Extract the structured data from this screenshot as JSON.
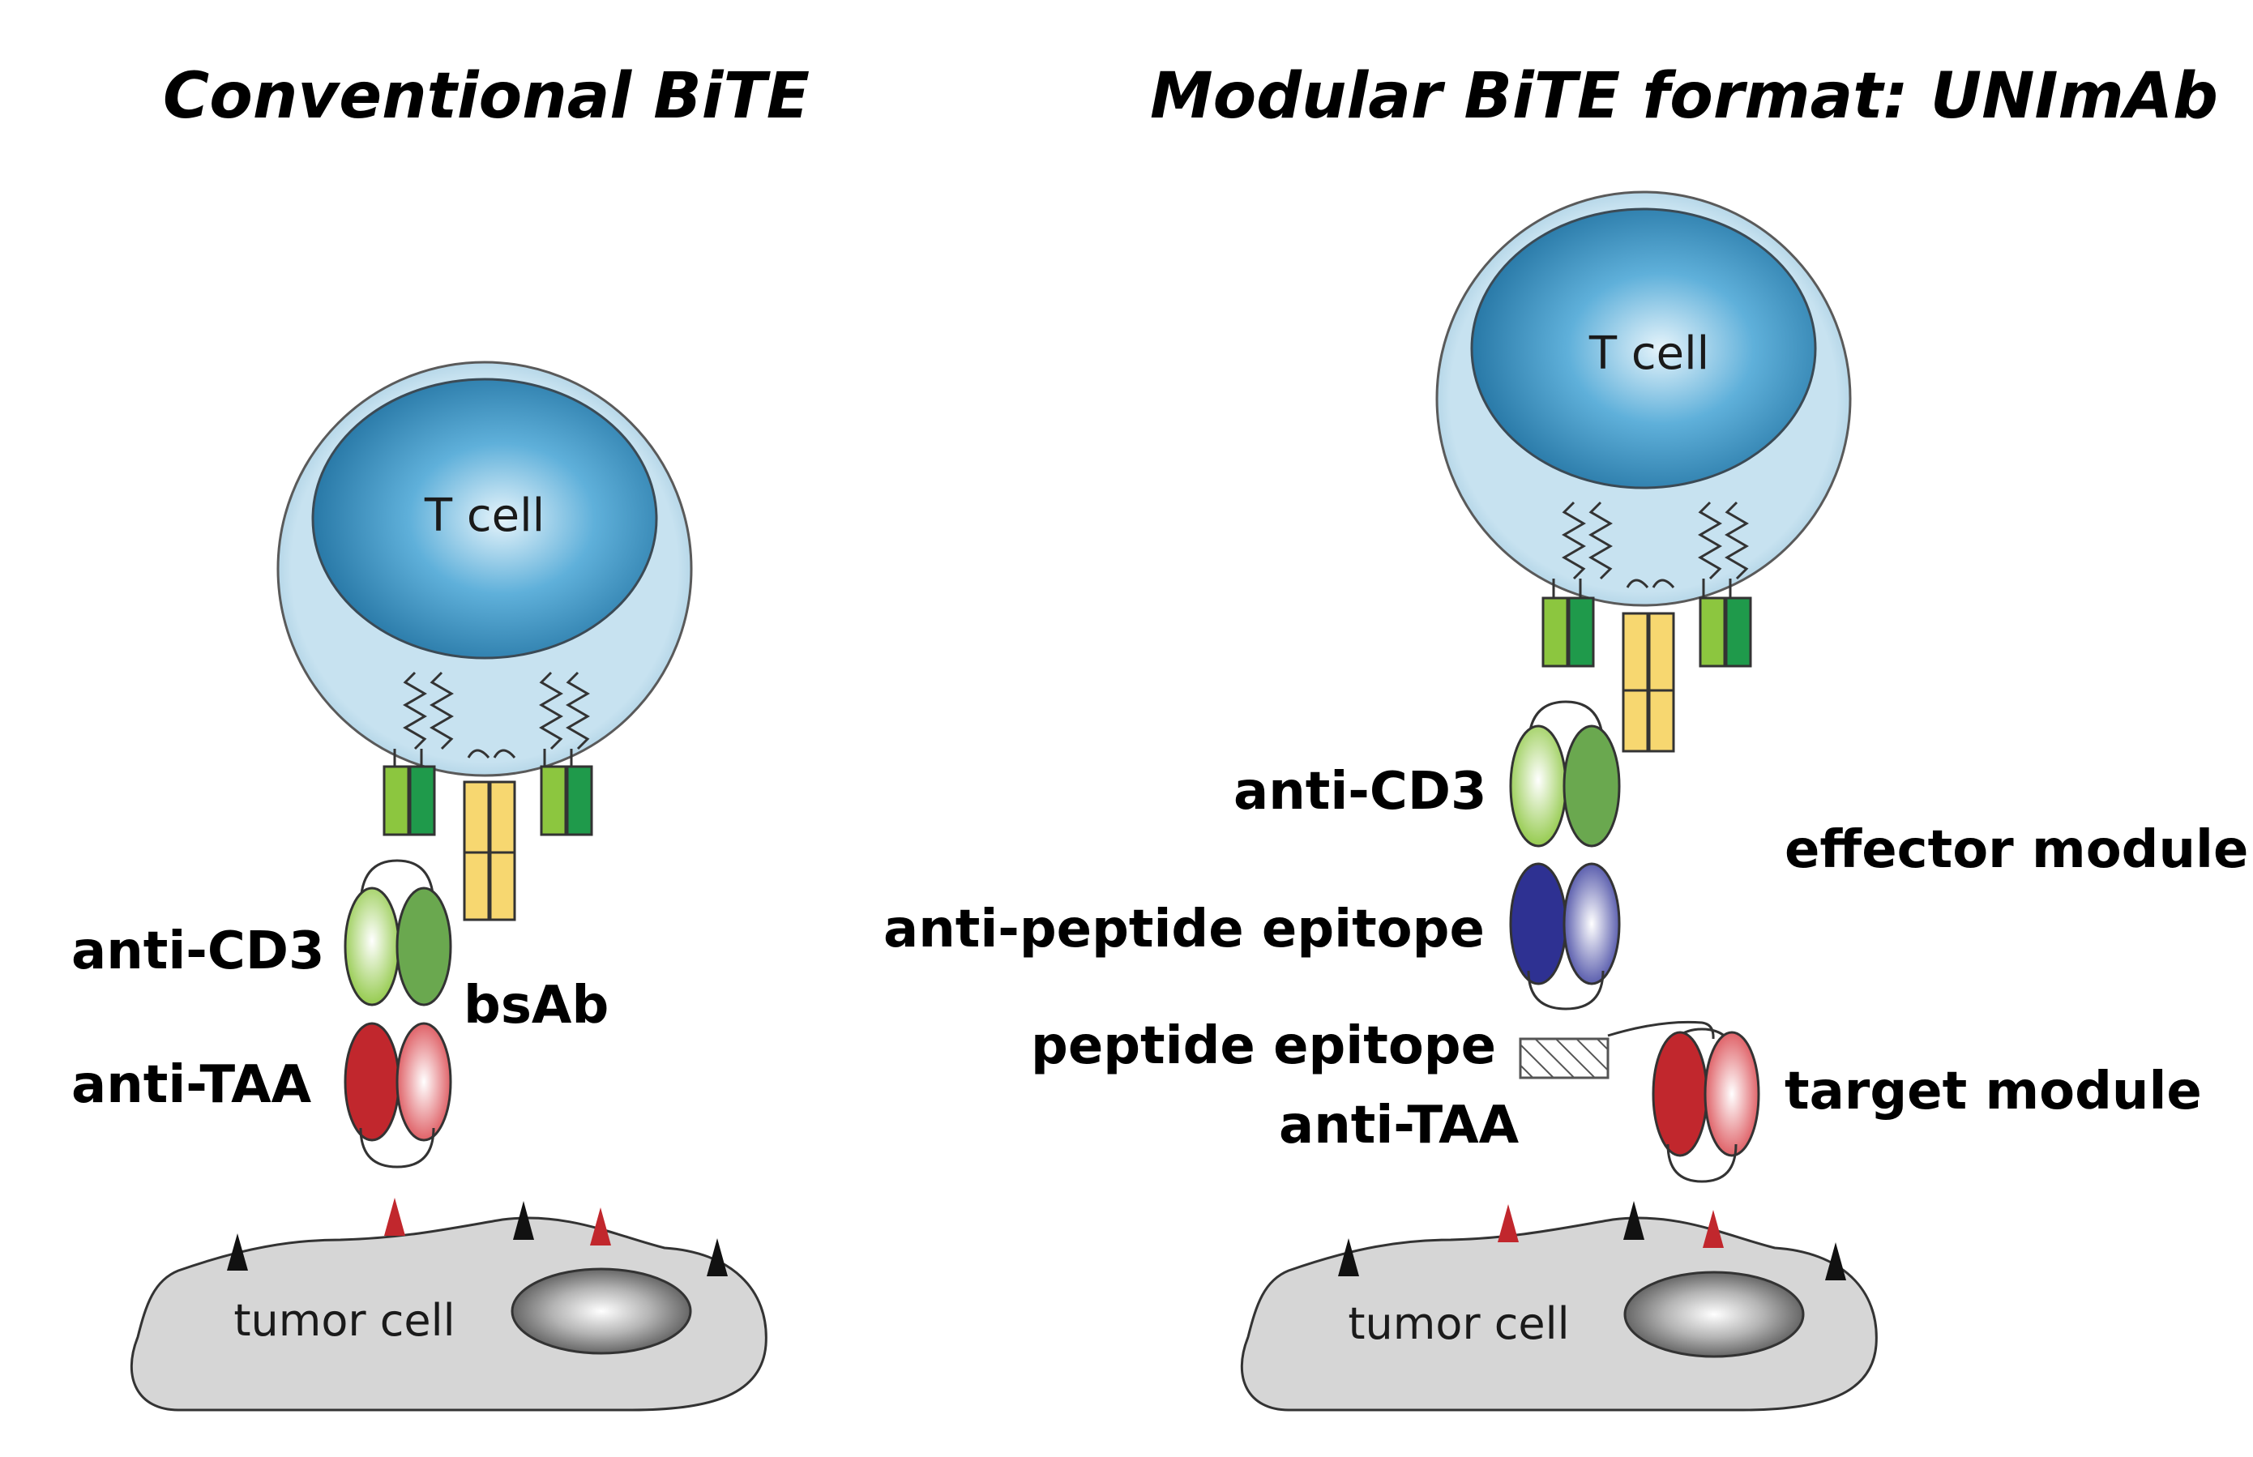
{
  "left_panel": {
    "title": "Conventional BiTE",
    "t_cell_label": "T cell",
    "anti_cd3_label": "anti-CD3",
    "bsab_label": "bsAb",
    "anti_taa_label": "anti-TAA",
    "tumor_cell_label": "tumor cell"
  },
  "right_panel": {
    "title": "Modular BiTE format: UNImAb",
    "t_cell_label": "T cell",
    "anti_cd3_label": "anti-CD3",
    "effector_module_label": "effector module",
    "anti_peptide_label": "anti-peptide epitope",
    "peptide_epitope_label": "peptide epitope",
    "target_module_label": "target module",
    "anti_taa_label": "anti-TAA",
    "tumor_cell_label": "tumor cell"
  },
  "colors": {
    "cell_outer": "#b9d9ea",
    "cell_inner": "#2f8cc0",
    "tumor_fill": "#d6d6d6",
    "green_light": "#8cc63f",
    "green_dark": "#1f9a4b",
    "yellow": "#f7d770",
    "cd3_green": "#6aa84f",
    "peptide_blue": "#2e3192",
    "taa_red": "#c1272d",
    "antigen_black": "#111111",
    "antigen_red": "#c1272d"
  }
}
